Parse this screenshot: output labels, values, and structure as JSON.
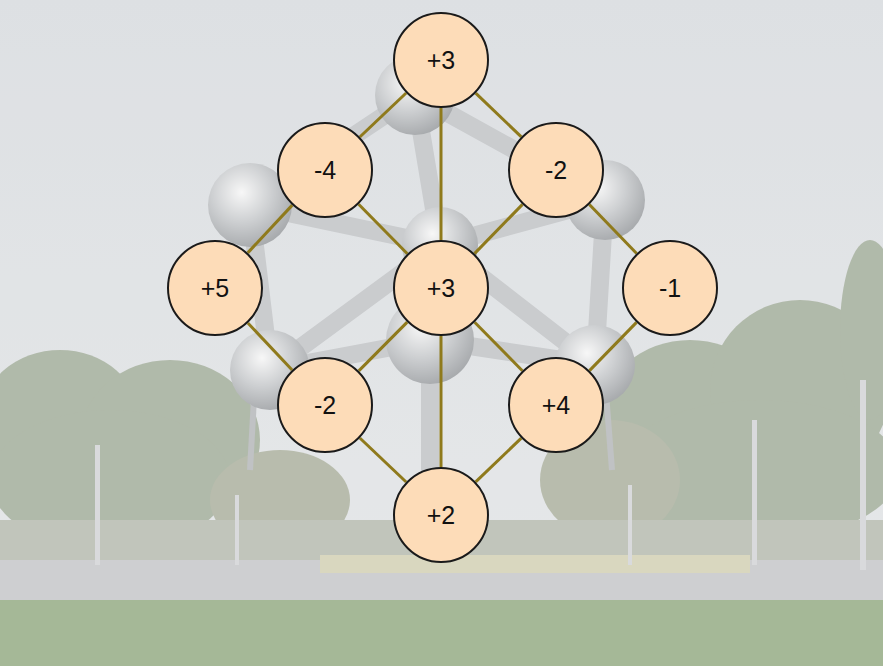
{
  "diagram": {
    "nodes": [
      {
        "text": [
          "+3"
        ]
      },
      {
        "text": [
          "-4"
        ]
      },
      {
        "text": [
          "-2"
        ]
      },
      {
        "text": [
          "+5"
        ]
      },
      {
        "text": [
          "+3"
        ]
      },
      {
        "text": [
          "-1"
        ]
      },
      {
        "text": [
          "-2"
        ]
      },
      {
        "text": [
          "+4"
        ]
      },
      {
        "text": [
          "+2"
        ]
      }
    ],
    "edges": [
      {
        "from": 0,
        "to": 1,
        "arrow": "none"
      },
      {
        "from": 0,
        "to": 2,
        "arrow": "none"
      },
      {
        "from": 0,
        "to": 4,
        "arrow": "none"
      },
      {
        "from": 1,
        "to": 3,
        "arrow": "none"
      },
      {
        "from": 1,
        "to": 4,
        "arrow": "none"
      },
      {
        "from": 2,
        "to": 4,
        "arrow": "none"
      },
      {
        "from": 2,
        "to": 5,
        "arrow": "none"
      },
      {
        "from": 3,
        "to": 6,
        "arrow": "none"
      },
      {
        "from": 5,
        "to": 7,
        "arrow": "none"
      },
      {
        "from": 4,
        "to": 6,
        "arrow": "none"
      },
      {
        "from": 4,
        "to": 7,
        "arrow": "none"
      },
      {
        "from": 4,
        "to": 8,
        "arrow": "none"
      },
      {
        "from": 6,
        "to": 8,
        "arrow": "none"
      },
      {
        "from": 7,
        "to": 8,
        "arrow": "none"
      }
    ]
  }
}
